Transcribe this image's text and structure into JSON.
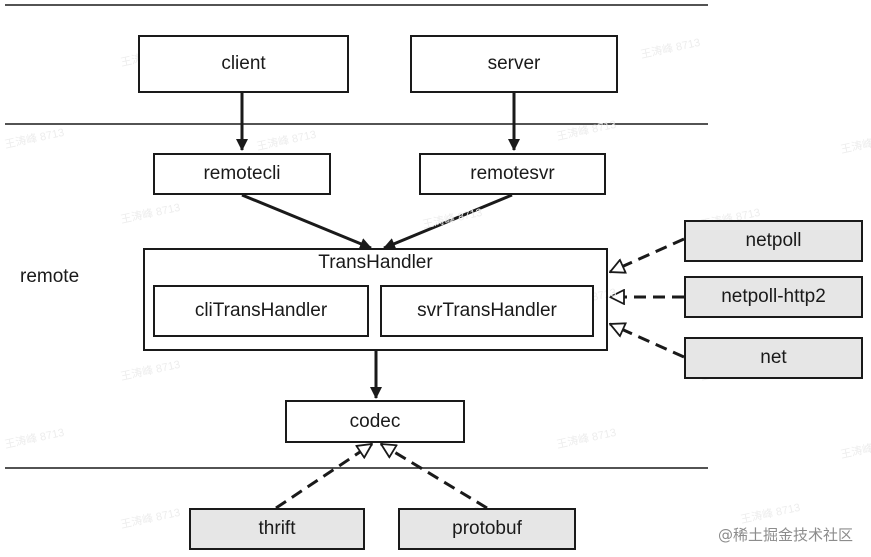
{
  "layers": {
    "remote_label": "remote"
  },
  "nodes": {
    "client": "client",
    "server": "server",
    "remotecli": "remotecli",
    "remotesvr": "remotesvr",
    "transhandler": "TransHandler",
    "clitranshandler": "cliTransHandler",
    "svrtranshandler": "svrTransHandler",
    "codec": "codec",
    "netpoll": "netpoll",
    "netpoll_http2": "netpoll-http2",
    "net": "net",
    "thrift": "thrift",
    "protobuf": "protobuf"
  },
  "credit": "@稀土掘金技术社区",
  "watermark": "王涛峰 8713",
  "colors": {
    "stroke": "#1a1a1a",
    "impl_fill": "#e6e6e6",
    "box_fill": "#ffffff"
  }
}
